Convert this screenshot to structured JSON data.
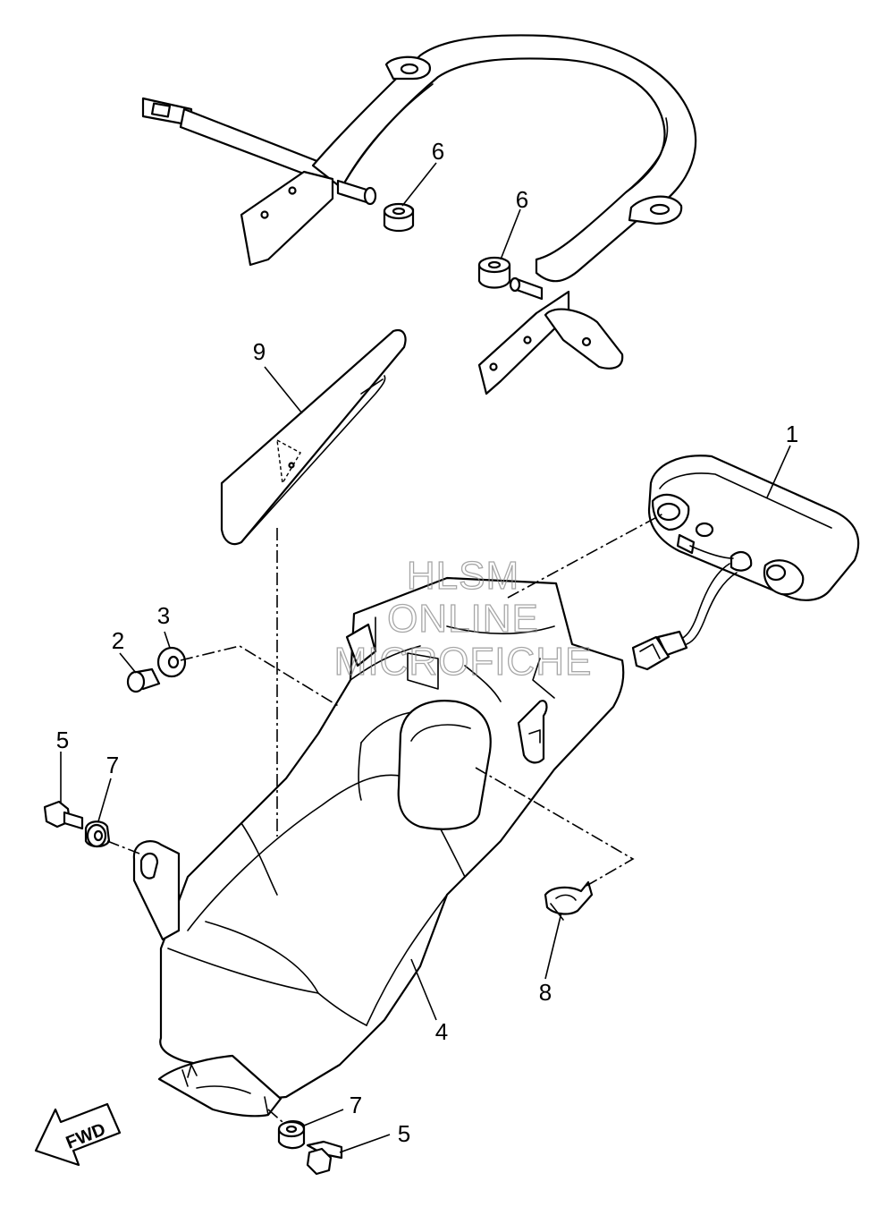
{
  "watermark": {
    "line1": "HLSM",
    "line2": "ONLINE",
    "line3": "MICROFICHE"
  },
  "direction_indicator": {
    "label": "FWD"
  },
  "callouts": [
    {
      "id": "c1",
      "label": "1"
    },
    {
      "id": "c2",
      "label": "2"
    },
    {
      "id": "c3",
      "label": "3"
    },
    {
      "id": "c4",
      "label": "4"
    },
    {
      "id": "c5a",
      "label": "5"
    },
    {
      "id": "c5b",
      "label": "5"
    },
    {
      "id": "c6a",
      "label": "6"
    },
    {
      "id": "c6b",
      "label": "6"
    },
    {
      "id": "c7a",
      "label": "7"
    },
    {
      "id": "c7b",
      "label": "7"
    },
    {
      "id": "c8",
      "label": "8"
    },
    {
      "id": "c9",
      "label": "9"
    }
  ]
}
